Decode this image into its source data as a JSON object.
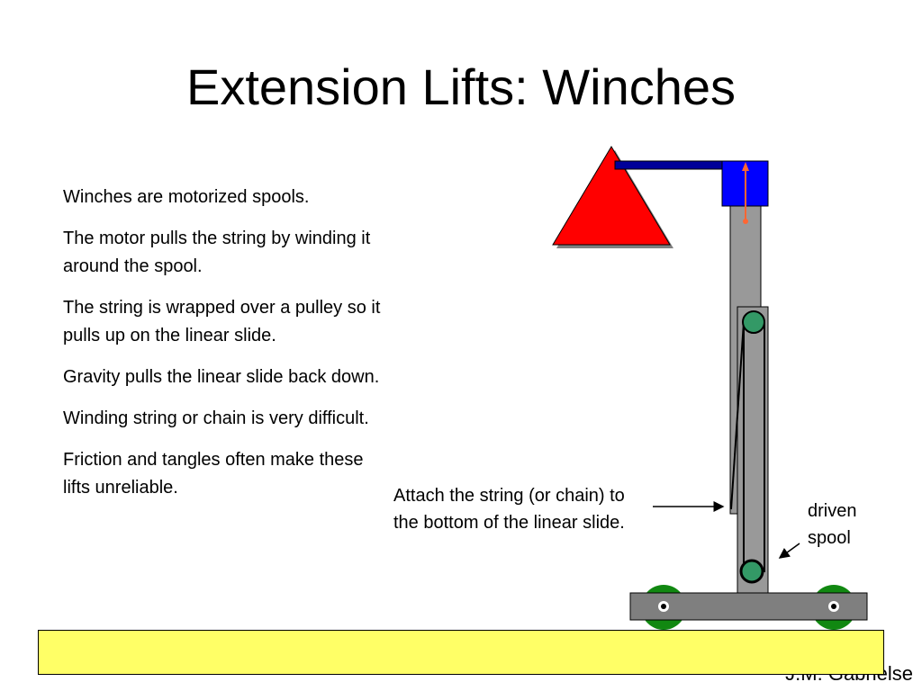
{
  "slide": {
    "title": "Extension Lifts: Winches",
    "bullets": [
      "Winches are motorized spools.",
      "The motor pulls the string by winding it around the spool.",
      "The string is wrapped over a pulley so it pulls up on the linear slide.",
      "Gravity pulls the linear slide back down.",
      "Winding string or chain is very difficult.",
      "Friction and tangles often make these lifts unreliable."
    ],
    "callouts": {
      "attach": "Attach the string (or chain) to the bottom of the linear slide.",
      "spool": "driven spool"
    },
    "author": "J.M. Gabrielse"
  },
  "colors": {
    "triangle": "#ff0000",
    "arm": "#000099",
    "top_block": "#0000ff",
    "slide": "#999999",
    "pulley": "#339966",
    "wheel": "#118811",
    "base": "#7f7f7f",
    "arrow": "#ff6633",
    "floor": "#ffff66"
  }
}
